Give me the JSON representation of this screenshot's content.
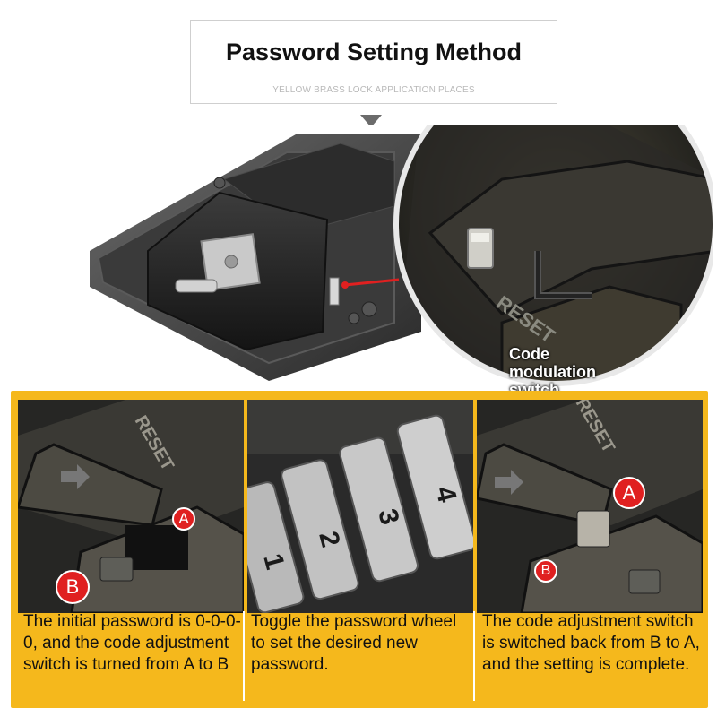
{
  "header": {
    "title": "Password Setting Method",
    "subtitle": "YELLOW BRASS LOCK APPLICATION PLACES"
  },
  "hero": {
    "callout_label": "Code modulation switch",
    "reset_text": "RESET",
    "accent_color": "#e02020"
  },
  "panel": {
    "background_color": "#f5b81c",
    "steps": [
      {
        "text": "The initial password is 0-0-0-0, and the code adjustment switch is turned from A to B",
        "badge_a": "A",
        "badge_b": "B",
        "reset_text": "RESET"
      },
      {
        "text": "Toggle the password wheel to set the desired new password.",
        "wheel_digits": [
          "4",
          "3",
          "2",
          "1"
        ]
      },
      {
        "text": "The code adjustment switch is switched back from B to A, and the setting is complete.",
        "badge_a": "A",
        "badge_b": "B",
        "reset_text": "RESET"
      }
    ]
  }
}
